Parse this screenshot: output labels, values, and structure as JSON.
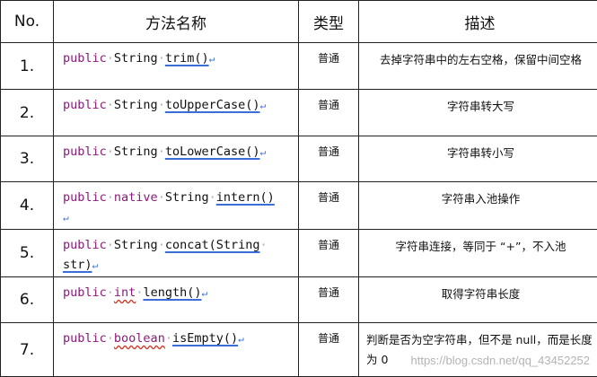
{
  "table": {
    "headers": [
      "No.",
      "方法名称",
      "类型",
      "描述"
    ],
    "rows": [
      {
        "no": "1.",
        "kw": "public",
        "kw2": "",
        "type": "String",
        "method": "trim()",
        "tail": "",
        "kind": "普通",
        "desc": "去掉字符串中的左右空格，保留中间空格"
      },
      {
        "no": "2.",
        "kw": "public",
        "kw2": "",
        "type": "String",
        "method": "toUpperCase()",
        "tail": "",
        "kind": "普通",
        "desc": "字符串转大写"
      },
      {
        "no": "3.",
        "kw": "public",
        "kw2": "",
        "type": "String",
        "method": "toLowerCase()",
        "tail": "",
        "kind": "普通",
        "desc": "字符串转小写"
      },
      {
        "no": "4.",
        "kw": "public",
        "kw2": "native",
        "type": "String",
        "method": "intern()",
        "tail": "",
        "kind": "普通",
        "desc": "字符串入池操作"
      },
      {
        "no": "5.",
        "kw": "public",
        "kw2": "",
        "type": "String",
        "method": "concat(String",
        "tail": "str)",
        "kind": "普通",
        "desc": "字符串连接，等同于 “+”，不入池"
      },
      {
        "no": "6.",
        "kw": "public",
        "kw2": "",
        "type": "int",
        "method": "length()",
        "tail": "",
        "kind": "普通",
        "desc": "取得字符串长度"
      },
      {
        "no": "7.",
        "kw": "public",
        "kw2": "",
        "type": "boolean",
        "method": "isEmpty()",
        "tail": "",
        "kind": "普通",
        "desc": "判断是否为空字符串，但不是 null，而是长度为 0"
      }
    ]
  },
  "watermark": "https://blog.csdn.net/qq_43452252"
}
